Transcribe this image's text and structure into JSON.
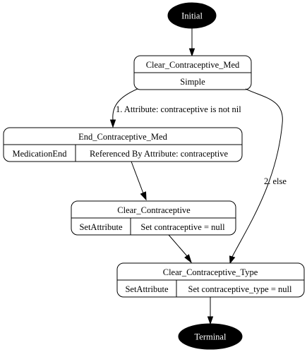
{
  "nodes": {
    "initial": {
      "label": "Initial"
    },
    "clear_contraceptive_med": {
      "title": "Clear_Contraceptive_Med",
      "type": "Simple"
    },
    "end_contraceptive_med": {
      "title": "End_Contraceptive_Med",
      "type": "MedicationEnd",
      "detail": "Referenced By Attribute: contraceptive"
    },
    "clear_contraceptive": {
      "title": "Clear_Contraceptive",
      "type": "SetAttribute",
      "detail": "Set contraceptive = null"
    },
    "clear_contraceptive_type": {
      "title": "Clear_Contraceptive_Type",
      "type": "SetAttribute",
      "detail": "Set contraceptive_type = null"
    },
    "terminal": {
      "label": "Terminal"
    }
  },
  "edges": {
    "e1": {
      "label": "1. Attribute: contraceptive is not nil"
    },
    "e2": {
      "label": "2. else"
    }
  }
}
